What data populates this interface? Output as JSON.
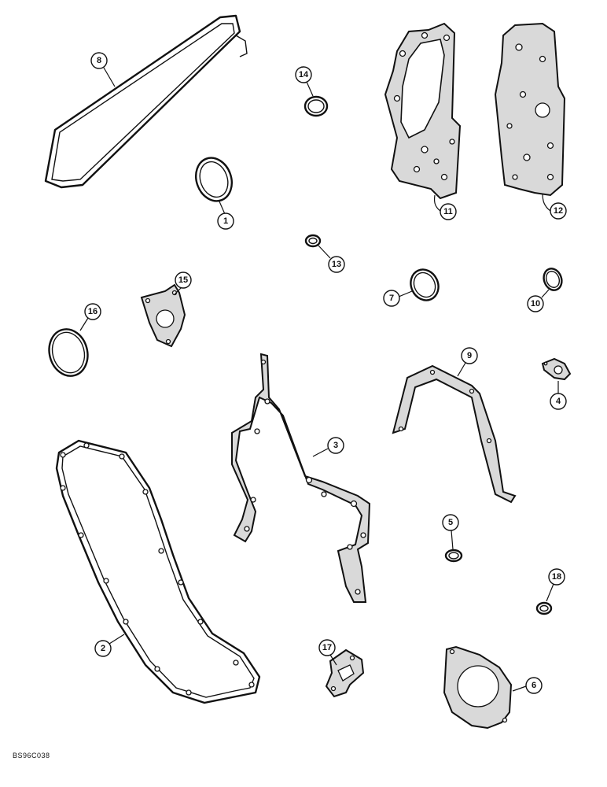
{
  "figure": {
    "reference_code": "BS96C038",
    "callouts": [
      {
        "id": "1",
        "label": "1"
      },
      {
        "id": "2",
        "label": "2"
      },
      {
        "id": "3",
        "label": "3"
      },
      {
        "id": "4",
        "label": "4"
      },
      {
        "id": "5",
        "label": "5"
      },
      {
        "id": "6",
        "label": "6"
      },
      {
        "id": "7",
        "label": "7"
      },
      {
        "id": "8",
        "label": "8"
      },
      {
        "id": "9",
        "label": "9"
      },
      {
        "id": "10",
        "label": "10"
      },
      {
        "id": "11",
        "label": "11"
      },
      {
        "id": "12",
        "label": "12"
      },
      {
        "id": "13",
        "label": "13"
      },
      {
        "id": "14",
        "label": "14"
      },
      {
        "id": "15",
        "label": "15"
      },
      {
        "id": "16",
        "label": "16"
      },
      {
        "id": "17",
        "label": "17"
      },
      {
        "id": "18",
        "label": "18"
      }
    ]
  }
}
